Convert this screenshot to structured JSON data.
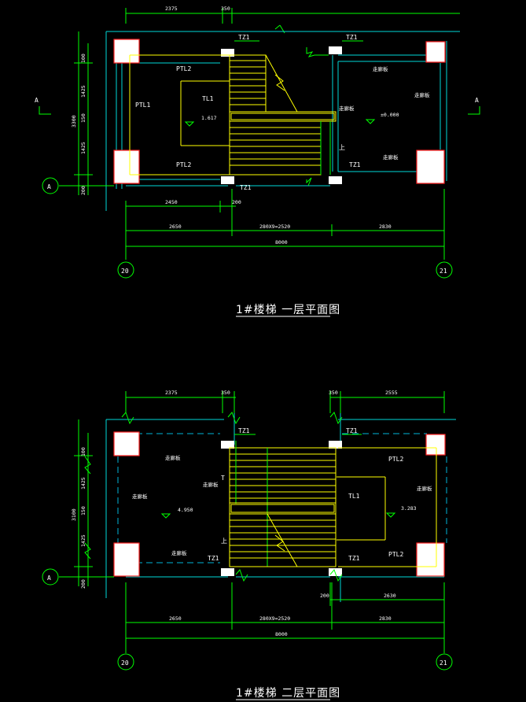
{
  "plans": [
    {
      "title": "1#楼梯 一层平面图",
      "top_dims": [
        "2375",
        "350"
      ],
      "bottom_dims_1": [
        "2450",
        "200"
      ],
      "bottom_dims_2": [
        "2650",
        "280X9=2520",
        "2830"
      ],
      "total": "8000",
      "side_dims": [
        "100",
        "1425",
        "150",
        "1425",
        "200"
      ],
      "side_total": "3300",
      "grid_axis": "A",
      "grid_cols": [
        "20",
        "21"
      ],
      "section_mark": "A",
      "labels": {
        "tz1_a": "TZ1",
        "tz1_b": "TZ1",
        "tz1_c": "TZ1",
        "tz1_d": "TZ1",
        "ptl2_a": "PTL2",
        "ptl1": "PTL1",
        "ptl2_b": "PTL2",
        "tl1": "TL1",
        "elev_a": "1.617",
        "elev_b": "±0.000",
        "note_a": "走廊板",
        "note_b": "走廊板",
        "note_c": "走廊板",
        "note_d": "走廊板",
        "up": "上"
      }
    },
    {
      "title": "1#楼梯 二层平面图",
      "top_dims": [
        "2375",
        "350",
        "350",
        "2555"
      ],
      "bottom_dims_1": [
        "200",
        "2630"
      ],
      "bottom_dims_2": [
        "2650",
        "280X9=2520",
        "2830"
      ],
      "total": "8000",
      "side_dims": [
        "100",
        "1425",
        "150",
        "1425",
        "200"
      ],
      "side_total": "3100",
      "grid_axis": "A",
      "grid_cols": [
        "20",
        "21"
      ],
      "labels": {
        "tz1_a": "TZ1",
        "tz1_b": "TZ1",
        "tz1_c": "TZ1",
        "tz1_d": "TZ1",
        "ptl2_a": "PTL2",
        "ptl2_b": "PTL2",
        "tl1": "TL1",
        "elev_a": "4.950",
        "elev_b": "3.283",
        "note_a": "走廊板",
        "note_b": "走廊板",
        "note_c": "走廊板",
        "note_d": "走廊板",
        "note_e": "走廊板",
        "up": "上",
        "down": "T"
      }
    }
  ]
}
